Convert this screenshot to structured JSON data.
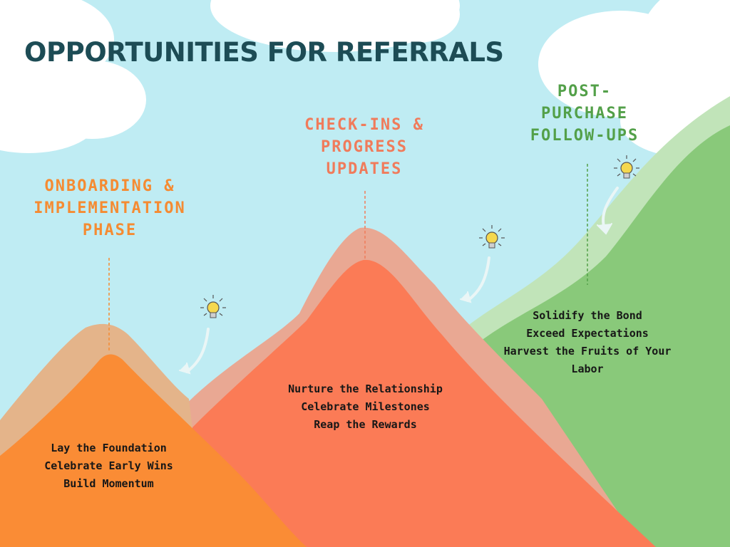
{
  "title": "OPPORTUNITIES FOR REFERRALS",
  "phases": [
    {
      "title_lines": [
        "ONBOARDING &",
        "IMPLEMENTATION",
        "PHASE"
      ],
      "color": "#f58b32",
      "mountain_color": "#fa8c35",
      "halo_color": "#e4b48a",
      "items": [
        "Lay the Foundation",
        "Celebrate Early Wins",
        "Build Momentum"
      ]
    },
    {
      "title_lines": [
        "CHECK-INS &",
        "PROGRESS",
        "UPDATES"
      ],
      "color": "#f07b5b",
      "mountain_color": "#fb7b56",
      "halo_color": "#e9a893",
      "items": [
        "Nurture the Relationship",
        "Celebrate Milestones",
        "Reap the Rewards"
      ]
    },
    {
      "title_lines": [
        "POST-",
        "PURCHASE",
        "FOLLOW-UPS"
      ],
      "color": "#53a049",
      "mountain_color": "#89c97a",
      "halo_color": "#c1e4b9",
      "items": [
        "Solidify the Bond",
        "Exceed Expectations",
        "Harvest the Fruits of Your",
        "Labor"
      ]
    }
  ],
  "colors": {
    "sky": "#bfecf3",
    "title": "#1d4c55",
    "cloud": "#ffffff",
    "arrow": "#eaf6f6",
    "bulb": "#f5d84e"
  },
  "icons": [
    "lightbulb-icon",
    "curved-arrow-icon",
    "cloud-shape"
  ]
}
